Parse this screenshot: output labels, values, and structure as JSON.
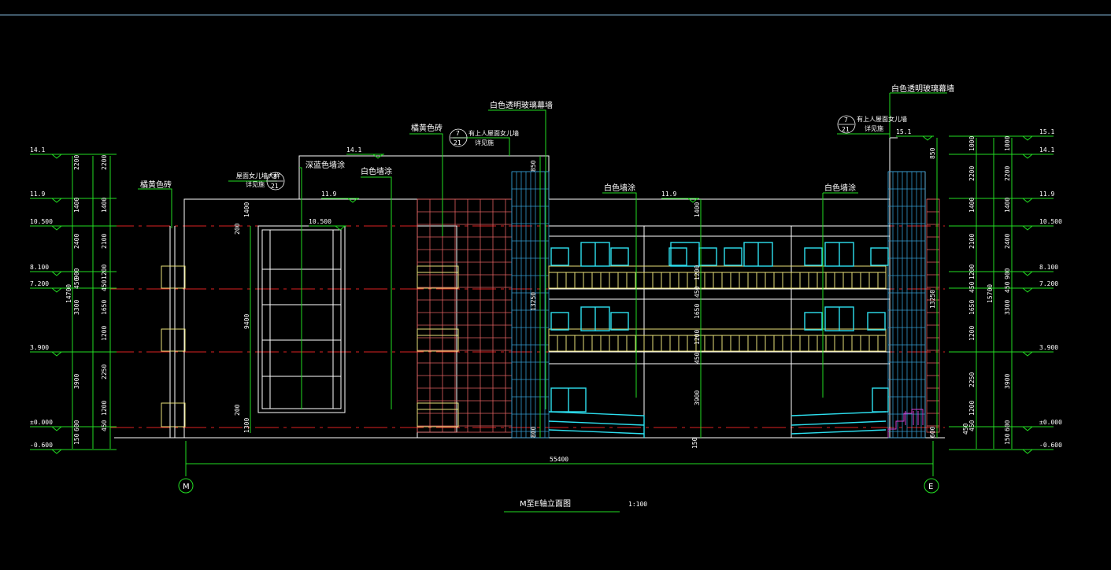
{
  "drawing": {
    "title": "M至E轴立面图",
    "scale": "1:100",
    "total_dim": "55400",
    "axes": {
      "left": "M",
      "right": "E"
    }
  },
  "annotations": {
    "yellow_tile_left": "橘黄色砖",
    "yellow_tile_mid": "橘黄色砖",
    "dark_blue_paint": "深蓝色墙涂",
    "white_paint_1": "白色墙涂",
    "white_paint_2": "白色墙涂",
    "white_paint_3": "白色墙涂",
    "glass_wall_1": "白色透明玻璃幕墙",
    "glass_wall_2": "白色透明玻璃幕墙",
    "detail_a": "屋面女儿墙大样",
    "detail_a_sub": "详见施",
    "detail_a_num": "8",
    "detail_a_sheet": "21",
    "detail_b": "有上人屋面女儿墙",
    "detail_b_sub": "详见施",
    "detail_b_num": "7",
    "detail_b_sheet": "21",
    "detail_c": "有上人屋面女儿墙",
    "detail_c_sub": "详见施",
    "detail_c_num": "7",
    "detail_c_sheet": "21"
  },
  "levels_left": [
    "14.1",
    "11.9",
    "10.500",
    "8.100",
    "7.200",
    "3.900",
    "±0.000",
    "-0.600"
  ],
  "levels_right": [
    "15.1",
    "14.1",
    "11.9",
    "10.500",
    "8.100",
    "7.200",
    "3.900",
    "±0.000",
    "-0.600"
  ],
  "levels_inner": [
    "14.1",
    "11.9",
    "10.500",
    "11.9",
    "15.1"
  ],
  "dims_left_outer": [
    "2200",
    "1400",
    "2400",
    "900",
    "3300",
    "450",
    "3900",
    "600",
    "150"
  ],
  "dims_left_inner": [
    "2200",
    "1400",
    "2100",
    "1200",
    "1650",
    "450",
    "1200",
    "2250",
    "1200",
    "450"
  ],
  "dims_left_total": "14700",
  "dims_right_outer": [
    "1000",
    "2200",
    "1400",
    "2400",
    "900",
    "3300",
    "450",
    "3900",
    "600",
    "150"
  ],
  "dims_right_inner": [
    "1000",
    "2200",
    "1400",
    "2100",
    "1200",
    "1650",
    "450",
    "1200",
    "2250",
    "1200",
    "450"
  ],
  "dims_right_total": "15700",
  "dims_inner": [
    "1400",
    "200",
    "9400",
    "200",
    "1300",
    "850",
    "13250",
    "800",
    "1400",
    "1200",
    "450",
    "1650",
    "1200",
    "450",
    "3900",
    "150",
    "850",
    "13250",
    "600",
    "450"
  ]
}
